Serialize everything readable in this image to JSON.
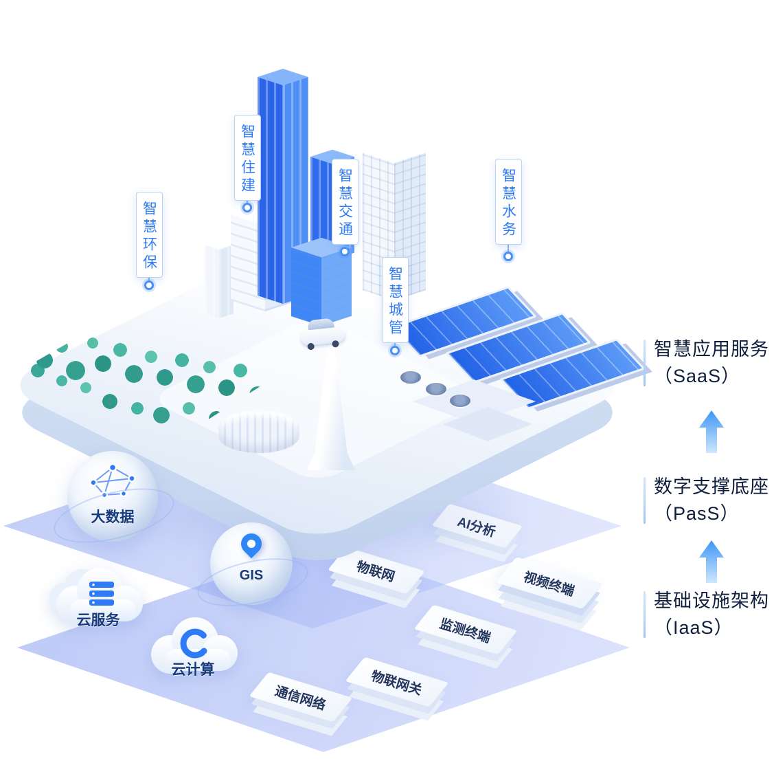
{
  "page": {
    "background": "#FFFFFF"
  },
  "colors": {
    "accent_blue": "#2F7BF6",
    "building_blue": "#2B64E9",
    "tree_green": "#35A08F",
    "layer_lavender": "#AEBDF2",
    "label_navy": "#17335F",
    "heading_dark": "#0E1E3C"
  },
  "callouts": [
    {
      "id": "smart-environment",
      "label": "智慧环保"
    },
    {
      "id": "smart-housing",
      "label": "智慧住建"
    },
    {
      "id": "smart-transport",
      "label": "智慧交通"
    },
    {
      "id": "smart-city-mgmt",
      "label": "智慧城管"
    },
    {
      "id": "smart-water",
      "label": "智慧水务"
    }
  ],
  "right_panel": {
    "items": [
      {
        "title": "智慧应用服务",
        "subtitle": "（SaaS）"
      },
      {
        "title": "数字支撑底座",
        "subtitle": "（PasS）"
      },
      {
        "title": "基础设施架构",
        "subtitle": "（IaaS）"
      }
    ]
  },
  "paas_layer": {
    "big_data": "大数据",
    "gis": "GIS",
    "iot": "物联网",
    "ai_analysis": "AI分析",
    "video_terminal": "视频终端"
  },
  "iaas_layer": {
    "cloud_service": "云服务",
    "cloud_computing": "云计算",
    "monitor_terminal": "监测终端",
    "iot_gateway": "物联网关",
    "comm_network": "通信网络"
  },
  "icons": {
    "big_data": "network-globe-icon",
    "gis": "map-pin-icon",
    "cloud_service": "server-stack-icon",
    "cloud_computing": "c-swirl-icon",
    "flow": "up-arrow-icon"
  }
}
